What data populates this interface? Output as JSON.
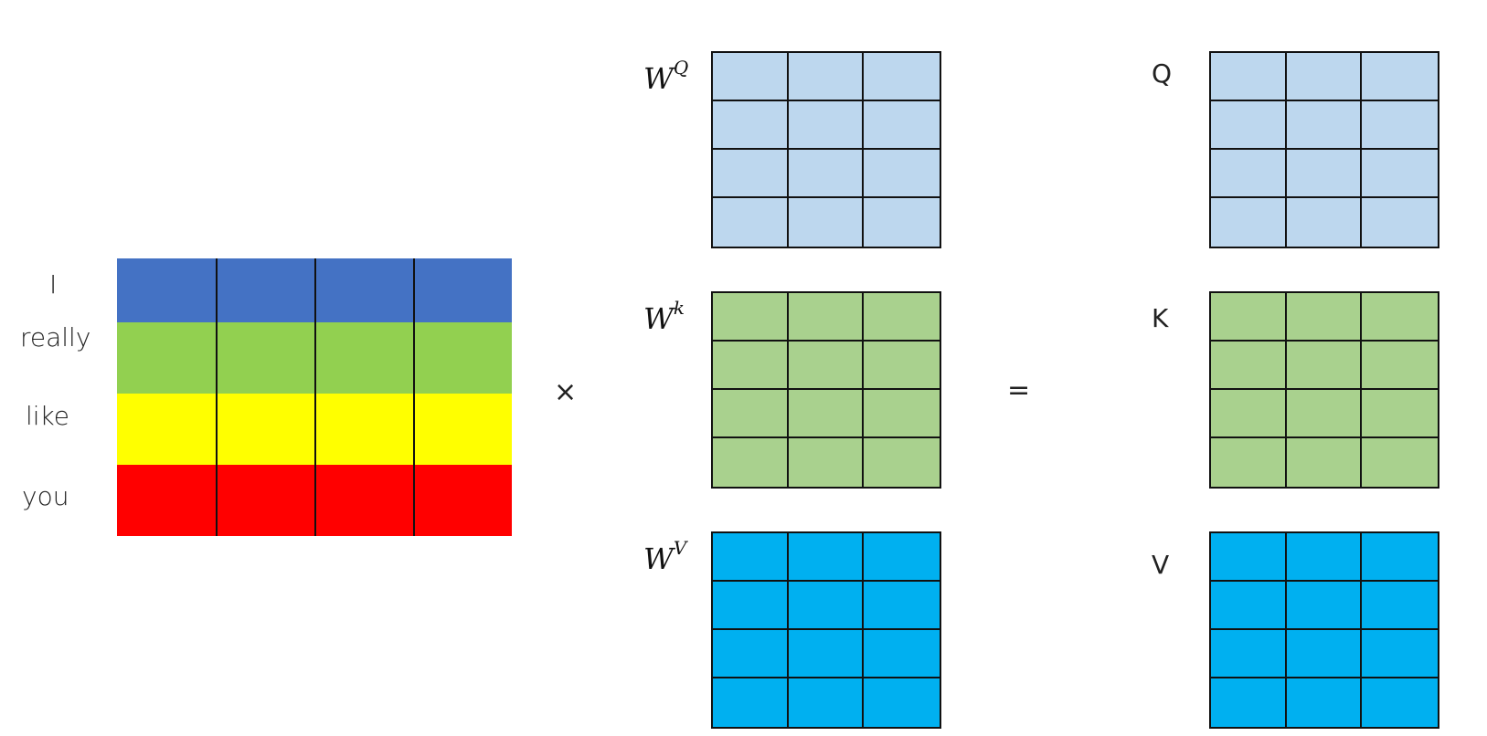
{
  "tokens": [
    "I",
    "really",
    "like",
    "you"
  ],
  "row_colors": [
    "#4472C4",
    "#92D050",
    "#FFFF00",
    "#FF0000"
  ],
  "operators": {
    "multiply": "×",
    "equals": "="
  },
  "weights": [
    {
      "base": "W",
      "sup": "Q",
      "color": "#BDD7EE"
    },
    {
      "base": "W",
      "sup": "k",
      "color": "#A9D18E"
    },
    {
      "base": "W",
      "sup": "V",
      "color": "#00B0F0"
    }
  ],
  "outputs": [
    {
      "label": "Q",
      "color": "#BDD7EE"
    },
    {
      "label": "K",
      "color": "#A9D18E"
    },
    {
      "label": "V",
      "color": "#00B0F0"
    }
  ]
}
